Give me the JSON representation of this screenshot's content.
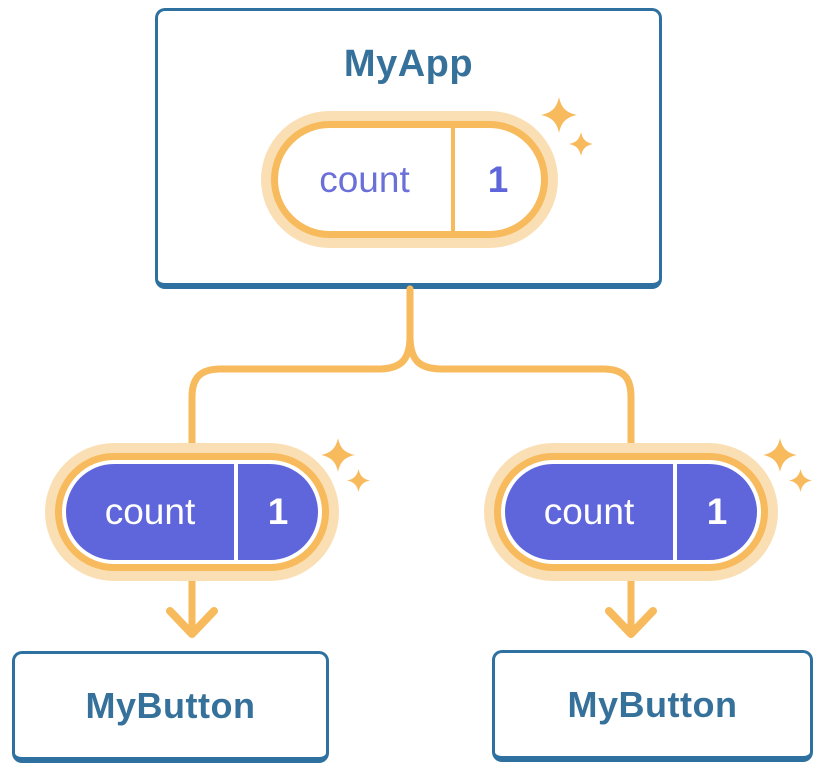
{
  "diagram": {
    "description": "React state tree: parent component holds state shared by two children",
    "root": {
      "title": "MyApp",
      "state": {
        "name": "count",
        "value": "1"
      }
    },
    "children": [
      {
        "title": "MyButton",
        "state": {
          "name": "count",
          "value": "1"
        }
      },
      {
        "title": "MyButton",
        "state": {
          "name": "count",
          "value": "1"
        }
      }
    ],
    "colors": {
      "card_border_blue": "#2E71A0",
      "card_title_blue": "#35719A",
      "connector_orange": "#F7BA5C",
      "pill_halo_light_orange": "#FBDFB4",
      "pill_fill_purple": "#5F66DB",
      "pill_text_purple": "#6B70D8",
      "pill_text_white": "#FFFFFF",
      "background": "#FFFFFF"
    }
  }
}
